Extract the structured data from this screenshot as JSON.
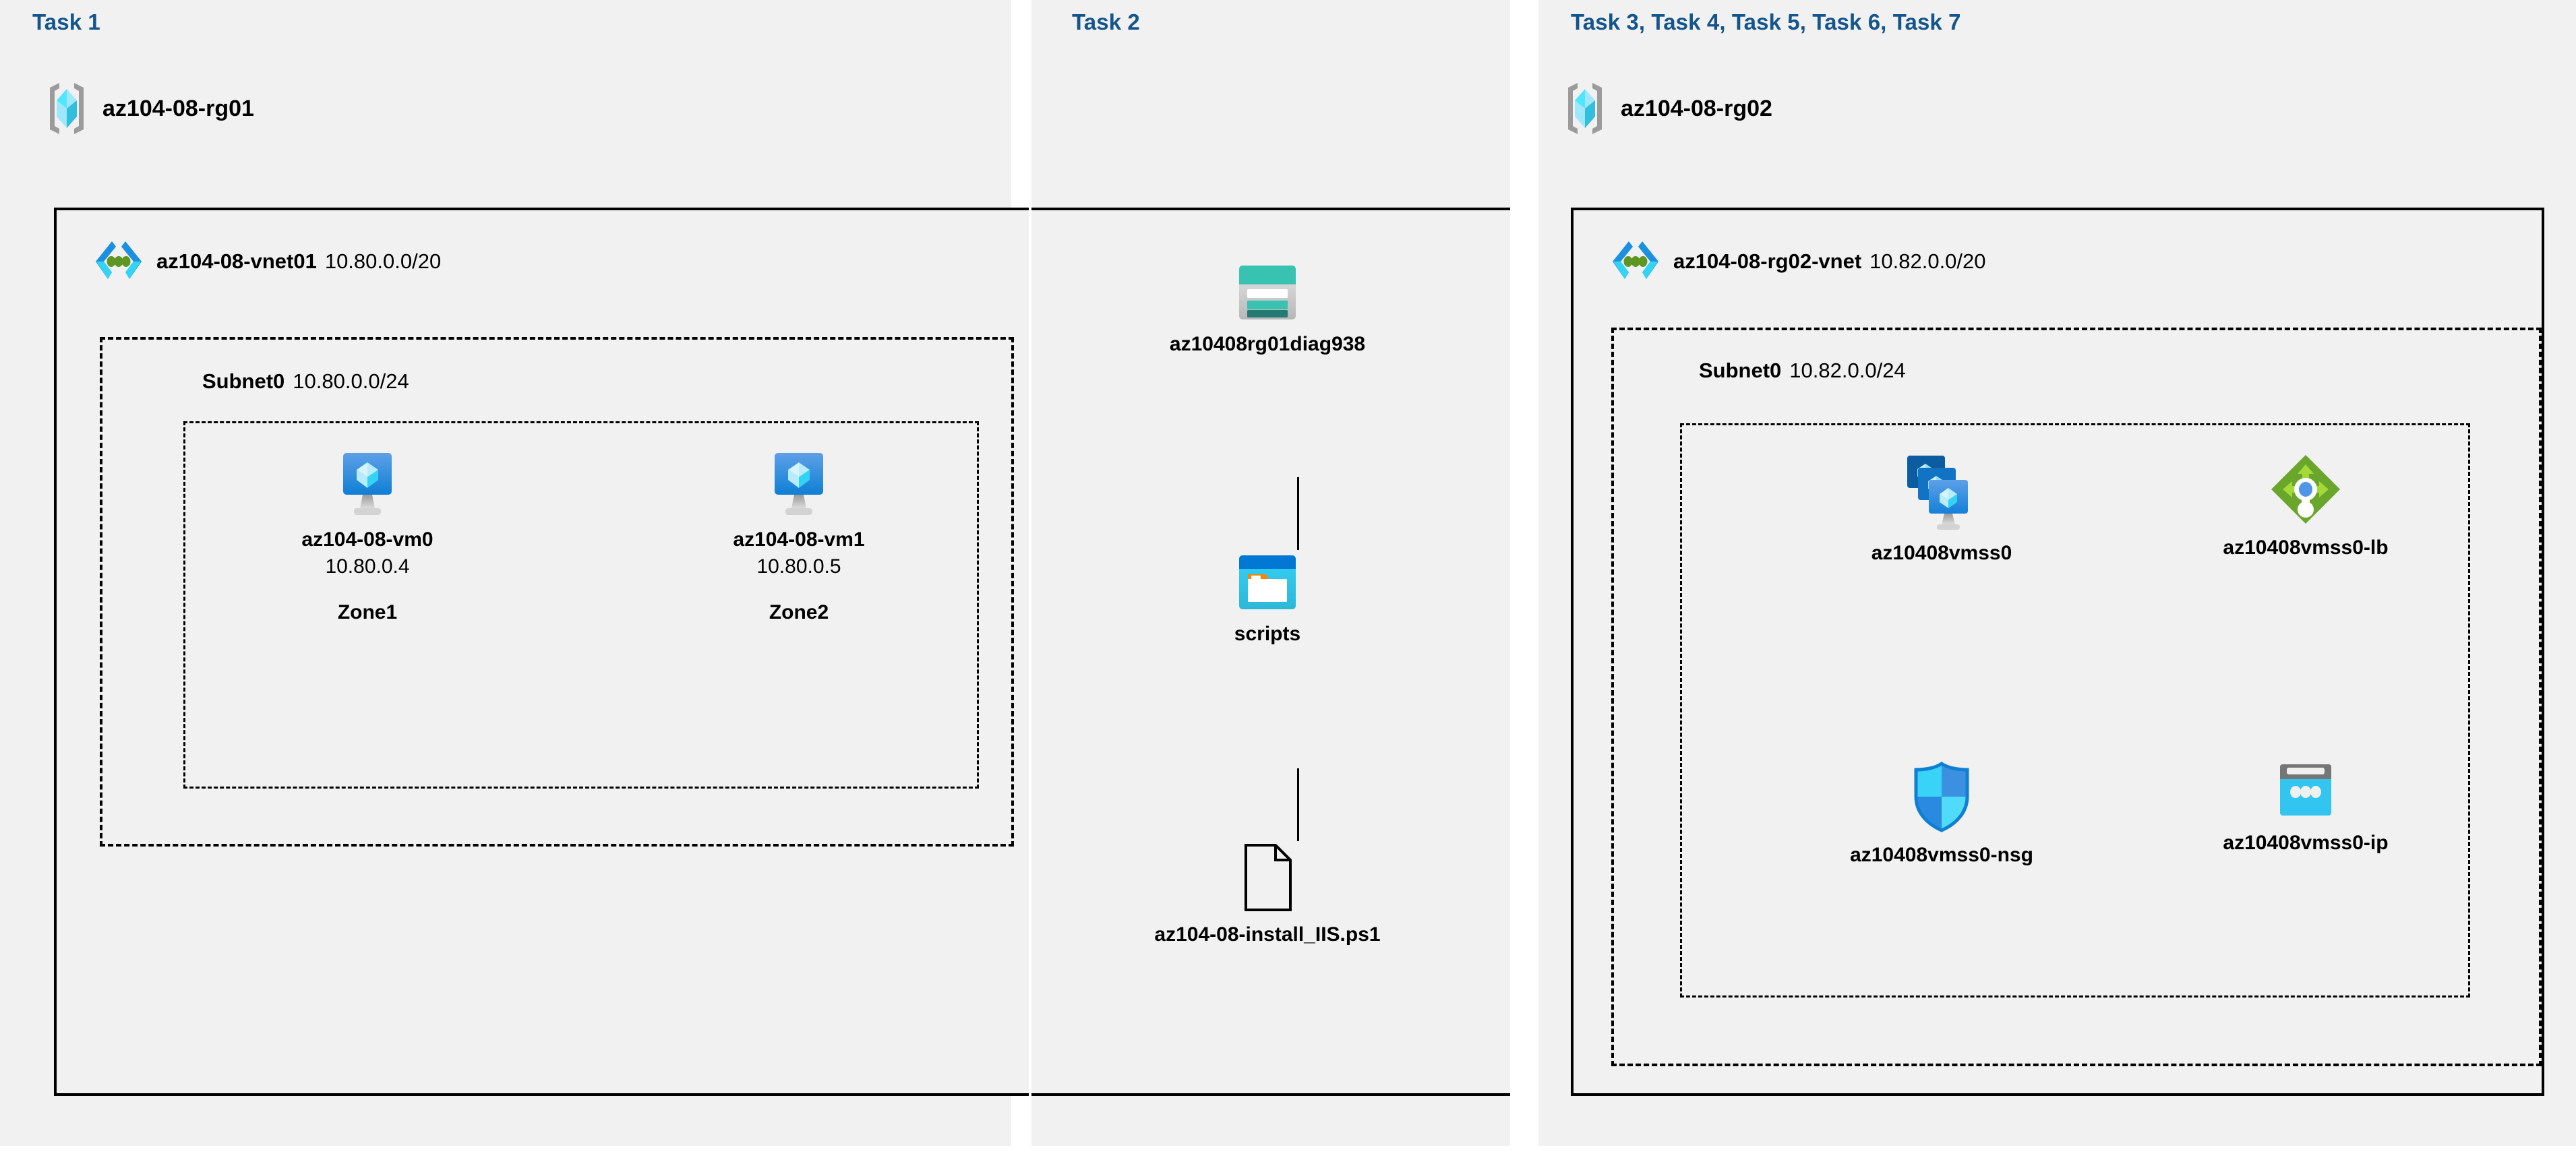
{
  "tasks": {
    "task1_label": "Task 1",
    "task2_label": "Task 2",
    "task3_label": "Task 3, Task 4, Task 5, Task 6, Task 7"
  },
  "colors": {
    "panel_background": "#f1f1f1",
    "task_label": "#13558c",
    "border": "#000000",
    "vm_blue": "#3f8fe0",
    "vm_cube_light": "#9fe2f7",
    "vnet_dark_blue": "#1b8fe0",
    "vnet_cyan": "#32d4f5",
    "vnet_green_dot": "#5e9624",
    "storage_teal": "#37c2b1",
    "storage_teal_dark": "#247a72",
    "container_header_blue": "#0078d4",
    "container_cyan": "#32c5f0",
    "container_tab_orange": "#f2870d",
    "lb_green": "#6aa62b",
    "lb_arrow_green": "#a4d93a",
    "lb_dot_blue": "#4f96e8",
    "nsg_cyan": "#38d3f7",
    "nsg_blue": "#3b91e0",
    "ip_gray": "#767676",
    "ip_cyan": "#32c5f0",
    "rg_bracket_gray": "#9b9b9b",
    "rg_cube_cyan": "#50e6ff"
  },
  "task1": {
    "resource_group": {
      "name": "az104-08-rg01",
      "icon": "resource-group-icon"
    },
    "vnet": {
      "name": "az104-08-vnet01",
      "cidr": "10.80.0.0/20",
      "icon": "virtual-network-icon"
    },
    "subnet": {
      "name": "Subnet0",
      "cidr": "10.80.0.0/24"
    },
    "vms": [
      {
        "name": "az104-08-vm0",
        "ip": "10.80.0.4",
        "zone": "Zone1",
        "icon": "virtual-machine-icon"
      },
      {
        "name": "az104-08-vm1",
        "ip": "10.80.0.5",
        "zone": "Zone2",
        "icon": "virtual-machine-icon"
      }
    ]
  },
  "task2": {
    "storage_account": {
      "name": "az10408rg01diag938",
      "icon": "storage-account-icon"
    },
    "container": {
      "name": "scripts",
      "icon": "blob-container-icon"
    },
    "script_file": {
      "name": "az104-08-install_IIS.ps1",
      "icon": "file-icon"
    }
  },
  "task3": {
    "resource_group": {
      "name": "az104-08-rg02",
      "icon": "resource-group-icon"
    },
    "vnet": {
      "name": "az104-08-rg02-vnet",
      "cidr": "10.82.0.0/20",
      "icon": "virtual-network-icon"
    },
    "subnet": {
      "name": "Subnet0",
      "cidr": "10.82.0.0/24"
    },
    "resources": [
      {
        "name": "az10408vmss0",
        "icon": "vm-scale-set-icon"
      },
      {
        "name": "az10408vmss0-lb",
        "icon": "load-balancer-icon"
      },
      {
        "name": "az10408vmss0-nsg",
        "icon": "network-security-group-icon"
      },
      {
        "name": "az10408vmss0-ip",
        "icon": "public-ip-address-icon"
      }
    ]
  }
}
